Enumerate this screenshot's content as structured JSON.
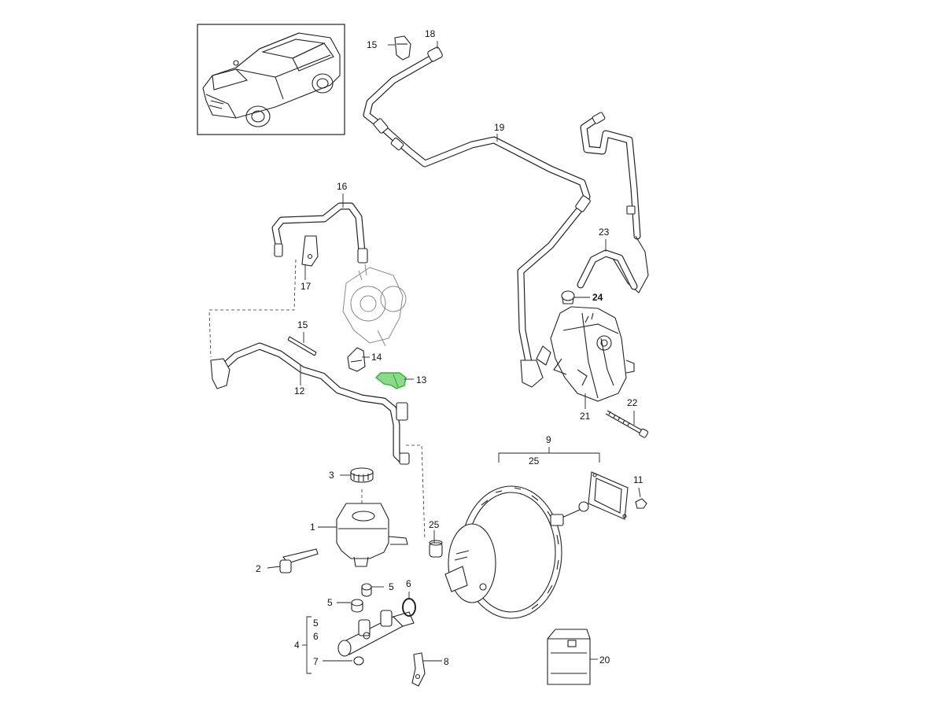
{
  "callouts": [
    {
      "id": "c1",
      "text": "1"
    },
    {
      "id": "c2",
      "text": "2"
    },
    {
      "id": "c3",
      "text": "3"
    },
    {
      "id": "c4",
      "text": "4"
    },
    {
      "id": "c5a",
      "text": "5"
    },
    {
      "id": "c5b",
      "text": "5"
    },
    {
      "id": "c5c",
      "text": "5"
    },
    {
      "id": "c6a",
      "text": "6"
    },
    {
      "id": "c6b",
      "text": "6"
    },
    {
      "id": "c7",
      "text": "7"
    },
    {
      "id": "c8",
      "text": "8"
    },
    {
      "id": "c9",
      "text": "9"
    },
    {
      "id": "c11",
      "text": "11"
    },
    {
      "id": "c12",
      "text": "12"
    },
    {
      "id": "c13",
      "text": "13"
    },
    {
      "id": "c14",
      "text": "14"
    },
    {
      "id": "c15a",
      "text": "15"
    },
    {
      "id": "c15b",
      "text": "15"
    },
    {
      "id": "c16",
      "text": "16"
    },
    {
      "id": "c17",
      "text": "17"
    },
    {
      "id": "c18",
      "text": "18"
    },
    {
      "id": "c19",
      "text": "19"
    },
    {
      "id": "c20",
      "text": "20"
    },
    {
      "id": "c21",
      "text": "21"
    },
    {
      "id": "c22",
      "text": "22"
    },
    {
      "id": "c23",
      "text": "23"
    },
    {
      "id": "c24",
      "text": "24"
    },
    {
      "id": "c25a",
      "text": "25"
    },
    {
      "id": "c25b",
      "text": "25"
    }
  ],
  "highlight": {
    "part": "13",
    "color": "#2db52d"
  },
  "colors": {
    "line": "#222222",
    "highlight": "#2db52d"
  }
}
